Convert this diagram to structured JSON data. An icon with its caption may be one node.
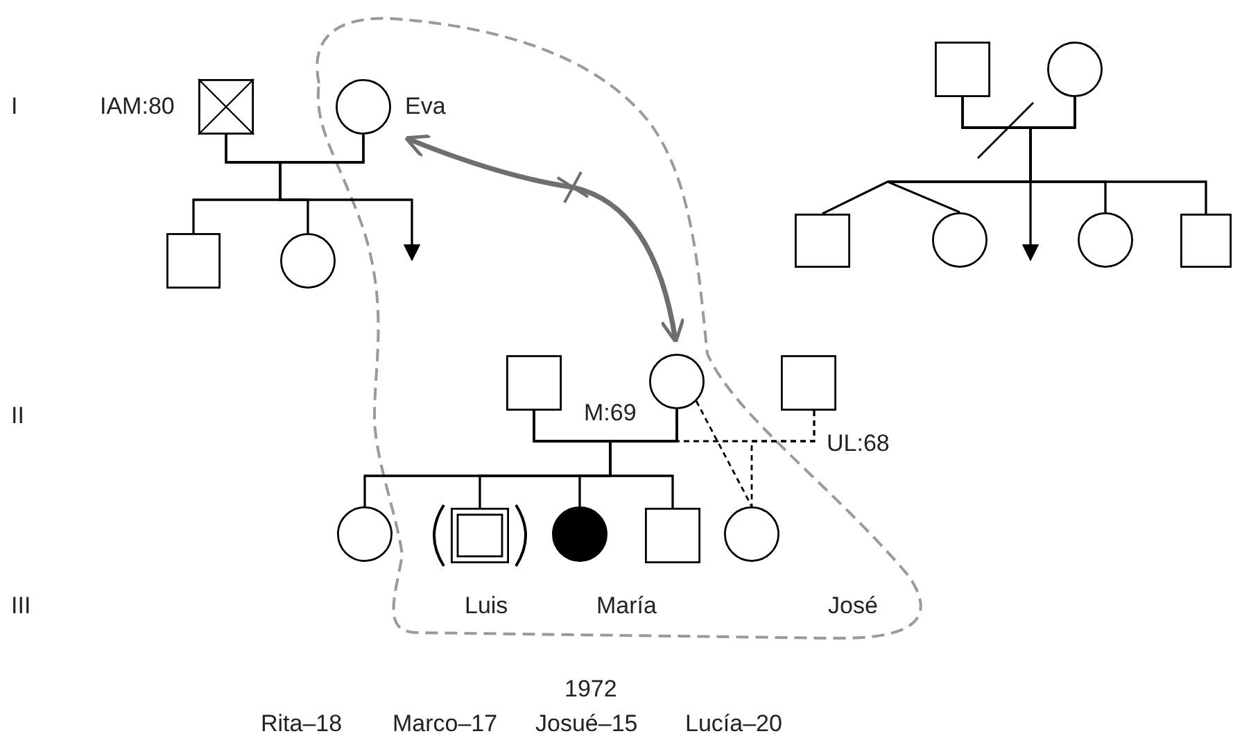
{
  "diagram": {
    "nodes": [
      {
        "text": [],
        "shape": "box",
        "beside": [
          "IAM:80"
        ]
      },
      {
        "text": [],
        "shape": "circle",
        "beside": [
          "Eva"
        ]
      },
      {
        "text": [],
        "shape": "box"
      },
      {
        "text": [],
        "shape": "circle"
      },
      {
        "text": [],
        "shape": "box"
      },
      {
        "text": [],
        "shape": "circle"
      },
      {
        "text": [],
        "shape": "box"
      },
      {
        "text": [],
        "shape": "circle"
      },
      {
        "text": [],
        "shape": "circle"
      },
      {
        "text": [],
        "shape": "box"
      },
      {
        "text": [],
        "shape": "box"
      },
      {
        "text": [],
        "shape": "circle"
      },
      {
        "text": [],
        "shape": "box"
      },
      {
        "text": [],
        "shape": "circle"
      },
      {
        "text": [],
        "shape": "box"
      },
      {
        "text": [],
        "shape": "circle"
      },
      {
        "text": [],
        "shape": "box"
      },
      {
        "text": [],
        "shape": "circle"
      }
    ],
    "edges": [
      {
        "from": 0,
        "to": 1,
        "arrow": "none"
      },
      {
        "from": 0,
        "to": 4,
        "arrow": "none"
      },
      {
        "from": 1,
        "to": 4,
        "arrow": "none"
      },
      {
        "from": 0,
        "to": 5,
        "arrow": "none"
      },
      {
        "from": 1,
        "to": 5,
        "arrow": "none"
      },
      {
        "from": 0,
        "to": null,
        "arrow": "to"
      },
      {
        "from": 1,
        "to": null,
        "arrow": "to"
      },
      {
        "from": 2,
        "to": 3,
        "arrow": "none"
      },
      {
        "from": 2,
        "to": 6,
        "arrow": "none"
      },
      {
        "from": 3,
        "to": 6,
        "arrow": "none"
      },
      {
        "from": 2,
        "to": 7,
        "arrow": "none"
      },
      {
        "from": 3,
        "to": 7,
        "arrow": "none"
      },
      {
        "from": 2,
        "to": null,
        "arrow": "to"
      },
      {
        "from": 3,
        "to": null,
        "arrow": "to"
      },
      {
        "from": 2,
        "to": 8,
        "arrow": "none"
      },
      {
        "from": 3,
        "to": 8,
        "arrow": "none"
      },
      {
        "from": 2,
        "to": 9,
        "arrow": "none"
      },
      {
        "from": 3,
        "to": 9,
        "arrow": "none"
      },
      {
        "from": 1,
        "to": 11,
        "arrow": "both",
        "style": "thick",
        "color": "#6e6e6e"
      },
      {
        "from": 10,
        "to": 11,
        "arrow": "none",
        "label": "M:69"
      },
      {
        "from": 11,
        "to": 12,
        "arrow": "none",
        "label": "UL:68",
        "style": "dashed"
      },
      {
        "from": 10,
        "to": 13,
        "arrow": "none"
      },
      {
        "from": 11,
        "to": 13,
        "arrow": "none"
      },
      {
        "from": 10,
        "to": 14,
        "arrow": "none"
      },
      {
        "from": 11,
        "to": 14,
        "arrow": "none"
      },
      {
        "from": 10,
        "to": 15,
        "arrow": "none"
      },
      {
        "from": 11,
        "to": 15,
        "arrow": "none"
      },
      {
        "from": 10,
        "to": 16,
        "arrow": "none"
      },
      {
        "from": 11,
        "to": 16,
        "arrow": "none"
      },
      {
        "from": 11,
        "to": 17,
        "arrow": "none",
        "style": "dashed"
      },
      {
        "from": 12,
        "to": 17,
        "arrow": "none",
        "style": "dashed"
      }
    ],
    "labels": [
      "I",
      "II",
      "III",
      "Luis",
      "María",
      "José",
      "1972",
      "Rita–18",
      "Marco–17",
      "Josué–15",
      "Lucía–20"
    ]
  }
}
